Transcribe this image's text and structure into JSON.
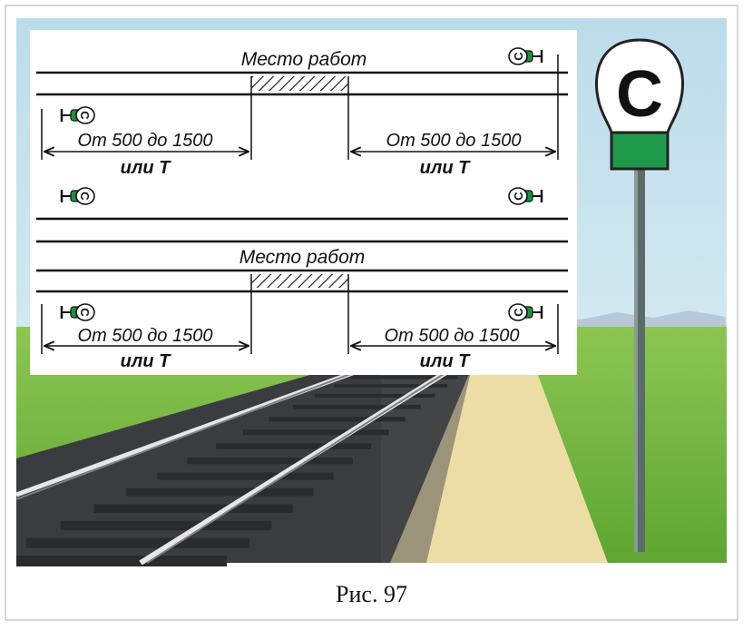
{
  "caption": "Рис. 97",
  "diagram": {
    "single_track": {
      "work_site_label": "Место работ",
      "left_distance": "От 500 до 1500",
      "left_or": "или Т",
      "right_distance": "От 500 до 1500",
      "right_or": "или Т"
    },
    "double_track": {
      "work_site_label": "Место работ",
      "left_distance": "От 500 до 1500",
      "left_or": "или Т",
      "right_distance": "От 500 до 1500",
      "right_or": "или Т"
    },
    "signal_letter": "С"
  },
  "sign_post": {
    "letter": "С",
    "colors": {
      "plate": "#ffffff",
      "band": "#1f9a4a",
      "post": "#5b6b6a"
    }
  },
  "colors": {
    "sky": "#cfe6ef",
    "grass": "#72b83a",
    "ballast": "#3a3b3d",
    "path": "#e9d9a3",
    "rail": "#d9d9d9",
    "signal_green": "#1f8e44"
  },
  "icons": [
    "track-signal-icon",
    "sign-post-icon"
  ]
}
